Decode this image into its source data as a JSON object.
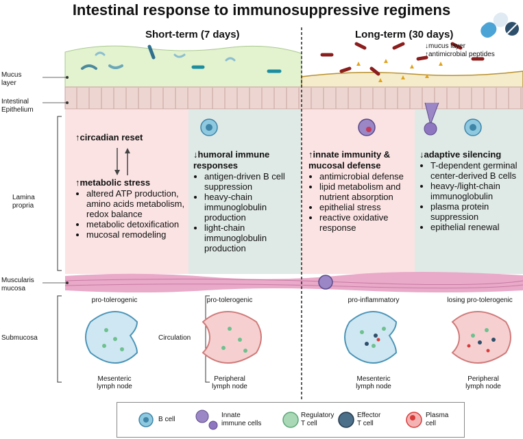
{
  "title": "Intestinal response to immunosuppressive regimens",
  "columns": {
    "short_term": "Short-term (7 days)",
    "long_term": "Long-term (30 days)"
  },
  "top_right_notes": {
    "line1": "↓mucus layer",
    "line2": "↑antimicrobial peptides"
  },
  "layers": {
    "mucus": [
      "Mucus",
      "layer"
    ],
    "epithelium": [
      "Intestinal",
      "Epithelium"
    ],
    "lamina": [
      "Lamina",
      "propria"
    ],
    "muscularis": [
      "Muscularis",
      "mucosa"
    ],
    "submucosa": "Submucosa"
  },
  "panels": {
    "p1": {
      "heading_a": "↑circadian reset",
      "heading_b": "↑metabolic stress",
      "items": [
        "altered ATP production, amino acids metabolism, redox balance",
        "metabolic detoxification",
        "mucosal remodeling"
      ]
    },
    "p2": {
      "heading": "↓humoral immune responses",
      "items": [
        "antigen-driven B cell suppression",
        "heavy-chain immunoglobulin production",
        "light-chain immunoglobulin production"
      ]
    },
    "p3": {
      "heading": "↑innate immunity & mucosal defense",
      "items": [
        "antimicrobial defense",
        "lipid metabolism and nutrient absorption",
        "epithelial stress",
        "reactive oxidative response"
      ]
    },
    "p4": {
      "heading": "↓adaptive silencing",
      "items": [
        "T-dependent germinal center-derived B cells",
        "heavy-/light-chain immunoglobulin",
        "plasma protein suppression",
        "epithelial renewal"
      ]
    }
  },
  "nodes": {
    "n1": {
      "top": "pro-tolerogenic",
      "bottom": [
        "Mesenteric",
        "lymph node"
      ]
    },
    "n2": {
      "top": "pro-tolerogenic",
      "bottom": [
        "Peripheral",
        "lymph node"
      ]
    },
    "n3": {
      "top": "pro-inflammatory",
      "bottom": [
        "Mesenteric",
        "lymph node"
      ]
    },
    "n4": {
      "top": "losing pro-tolerogenic",
      "bottom": [
        "Peripheral",
        "lymph node"
      ]
    }
  },
  "circulation": "Circulation",
  "legend": {
    "b_cell": "B cell",
    "innate": [
      "Innate",
      "immune cells"
    ],
    "treg": [
      "Regulatory",
      "T cell"
    ],
    "effector": [
      "Effector",
      "T cell"
    ],
    "plasma": [
      "Plasma",
      "cell"
    ]
  },
  "colors": {
    "pink": "#fbe3e3",
    "teal": "#dfe9e6",
    "mucus": "#e3f2cf",
    "mucus_right": "#f5eccc",
    "epithelium": "#edd6d1",
    "muscularis": "#e9a9c8"
  }
}
